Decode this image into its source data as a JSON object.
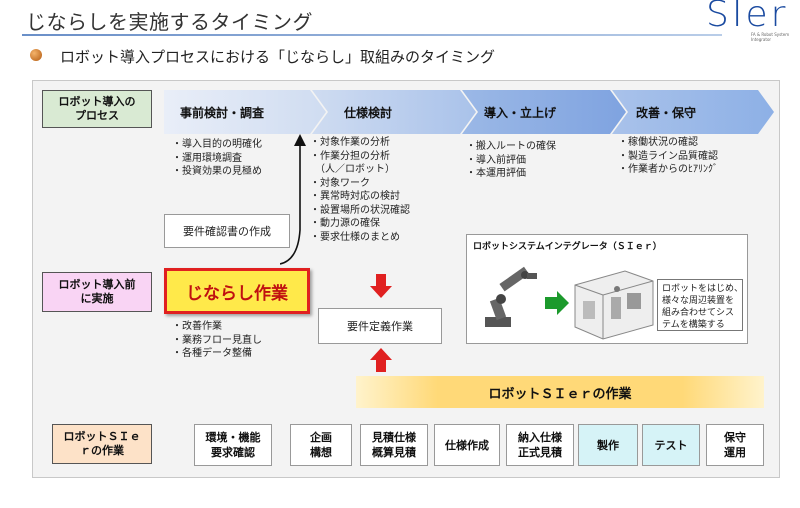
{
  "header": {
    "title": "じならしを実施するタイミング",
    "subtitle": "ロボット導入プロセスにおける「じならし」取組みのタイミング",
    "logo": "SIer",
    "logo_sub": "FA & Robot System Integrator"
  },
  "labels": {
    "process": "ロボット導入の\nプロセス",
    "before": "ロボット導入前\nに実施",
    "sier_work": "ロボットＳＩｅ\nｒの作業"
  },
  "phases": [
    {
      "label": "事前検討・調査"
    },
    {
      "label": "仕様検討"
    },
    {
      "label": "導入・立上げ"
    },
    {
      "label": "改善・保守"
    }
  ],
  "phase_items": {
    "pre": "・導入目的の明確化\n・運用環境調査\n・投資効果の見極め",
    "spec": "・対象作業の分析\n・作業分担の分析\n　（人／ロボット）\n・対象ワーク\n・異常時対応の検討\n・設置場所の状況確認\n・動力源の確保\n・要求仕様のまとめ",
    "intro": "・搬入ルートの確保\n・導入前評価\n・本運用評価",
    "maint": "・稼働状況の確認\n・製造ライン品質確認\n・作業者からのﾋｱﾘﾝｸﾞ"
  },
  "boxes": {
    "req_confirm": "要件確認書の作成",
    "jinarashi": "じならし作業",
    "req_def": "要件定義作業",
    "sier_band": "ロボットＳＩｅｒの作業"
  },
  "jinarashi_items": "・改善作業\n・業務フロー見直し\n・各種データ整備",
  "sier_panel": {
    "title": "ロボットシステムインテグレータ（ＳＩｅｒ）",
    "note": "ロボットをはじめ、\n様々な周辺装置を\n組み合わせてシス\nテムを構築する"
  },
  "steps": [
    {
      "label": "環境・機能\n要求確認",
      "color": "#ffffff"
    },
    {
      "label": "企画\n構想",
      "color": "#ffffff"
    },
    {
      "label": "見積仕様\n概算見積",
      "color": "#ffffff"
    },
    {
      "label": "仕様作成",
      "color": "#ffffff"
    },
    {
      "label": "納入仕様\n正式見積",
      "color": "#ffffff"
    },
    {
      "label": "製作",
      "color": "#d6f3f7"
    },
    {
      "label": "テスト",
      "color": "#d6f3f7"
    },
    {
      "label": "保守\n運用",
      "color": "#ffffff"
    }
  ],
  "colors": {
    "process_label": "#d9ead3",
    "before_label": "#f9d4f4",
    "sier_label": "#fde2c8",
    "jinarashi_fill": "#ffe94a",
    "jinarashi_border": "#e02020",
    "sier_band": "#ffd978",
    "arrow_red": "#e02020"
  }
}
